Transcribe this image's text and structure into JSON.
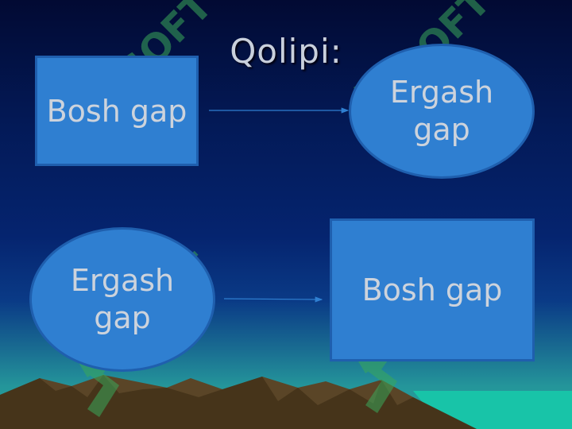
{
  "title": "Qolipi:",
  "nodes": {
    "top_left_box": "Bosh gap",
    "top_right_ellipse": "Ergash gap",
    "bottom_left_ellipse": "Ergash gap",
    "bottom_right_box": "Bosh gap"
  },
  "watermark": "SOFT",
  "colors": {
    "node_fill": "#2f7fd1",
    "node_border": "#1f5fae",
    "text": "#cdd3dc",
    "watermark": "#3aa85a"
  }
}
